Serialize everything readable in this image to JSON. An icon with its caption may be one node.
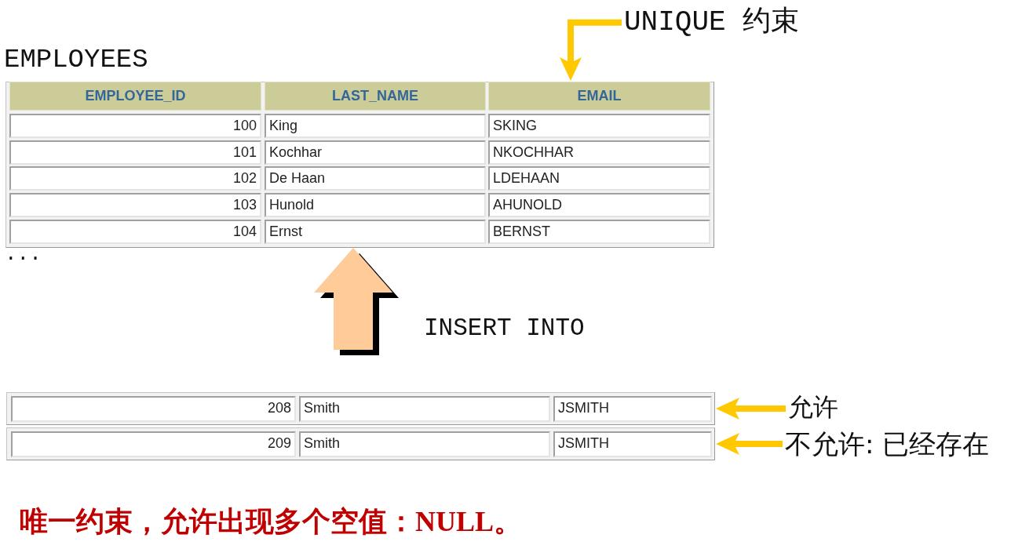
{
  "diagram": {
    "caption": "唯一约束，允许出现多个空值：NULL。",
    "nodes": [
      {
        "text": [
          "UNIQUE 约束"
        ]
      },
      {
        "text": [
          "EMPLOYEES"
        ]
      },
      {
        "text": [
          "EMPLOYEE_ID"
        ],
        "in": 1
      },
      {
        "text": [
          "LAST_NAME"
        ],
        "in": 1
      },
      {
        "text": [
          "EMAIL"
        ],
        "in": 1
      },
      {
        "text": [
          "208",
          "Smith",
          "JSMITH"
        ]
      },
      {
        "text": [
          "允许"
        ]
      },
      {
        "text": [
          "209",
          "Smith",
          "JSMITH"
        ]
      },
      {
        "text": [
          "不允许: 已经存在"
        ]
      }
    ],
    "edges": [
      {
        "from": 0,
        "to": 4,
        "arrow": "to"
      },
      {
        "from": null,
        "to": 1,
        "arrow": "to",
        "label": "INSERT INTO",
        "style": "thick",
        "color": "#ffcc99"
      },
      {
        "from": 6,
        "to": 5,
        "arrow": "to"
      },
      {
        "from": 8,
        "to": 7,
        "arrow": "to"
      }
    ],
    "labels": [
      "100",
      "King",
      "SKING",
      "101",
      "Kochhar",
      "NKOCHHAR",
      "102",
      "De Haan",
      "LDEHAAN",
      "103",
      "Hunold",
      "AHUNOLD",
      "104",
      "Ernst",
      "BERNST",
      "..."
    ]
  }
}
